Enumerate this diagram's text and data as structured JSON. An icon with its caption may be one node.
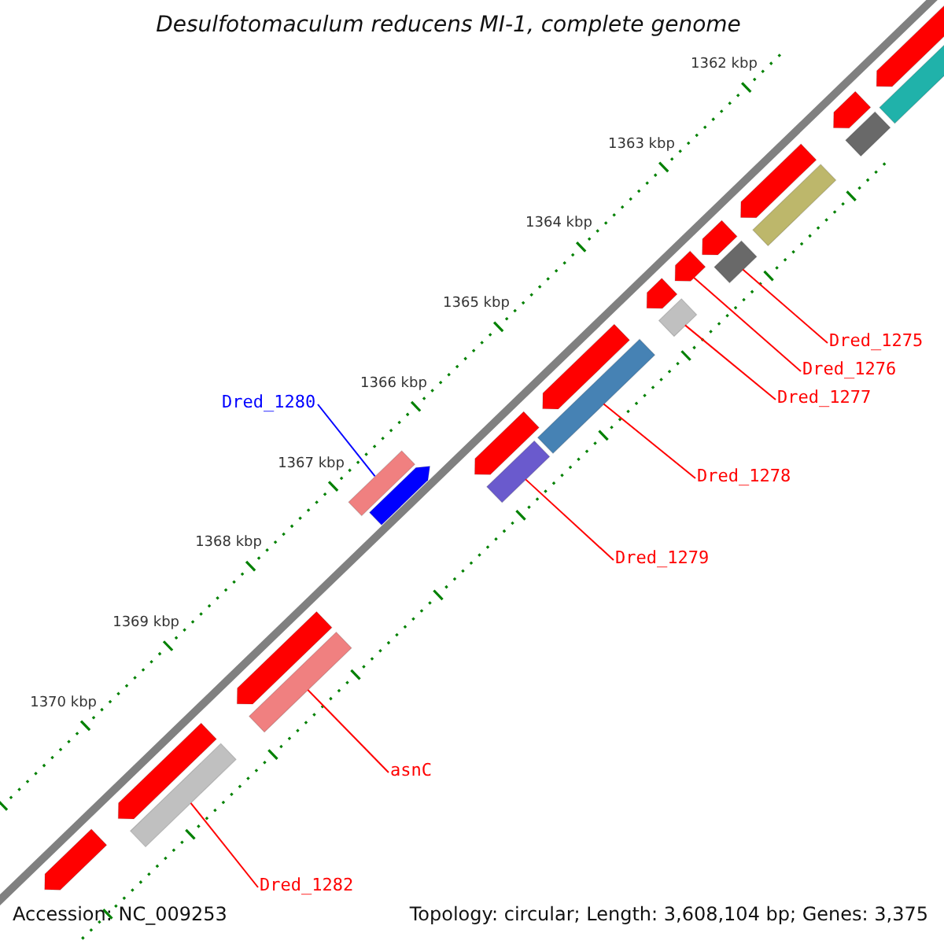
{
  "diagram": {
    "title": "Desulfotomaculum reducens MI-1, complete genome",
    "nodes": [
      {
        "text": [
          "Dred_1275"
        ]
      },
      {
        "text": [
          "Dred_1276"
        ]
      },
      {
        "text": [
          "Dred_1277"
        ]
      },
      {
        "text": [
          "Dred_1278"
        ]
      },
      {
        "text": [
          "Dred_1279"
        ]
      },
      {
        "text": [
          "Dred_1280"
        ]
      },
      {
        "text": [
          "asnC"
        ]
      },
      {
        "text": [
          "Dred_1282"
        ]
      },
      {
        "text": [],
        "shape": "bar"
      },
      {
        "text": [],
        "shape": "bar"
      },
      {
        "text": [],
        "shape": "bar"
      },
      {
        "text": [],
        "shape": "bar"
      },
      {
        "text": [],
        "shape": "bar"
      },
      {
        "text": [],
        "shape": "bar"
      },
      {
        "text": [],
        "shape": "bar"
      },
      {
        "text": [],
        "shape": "bar"
      },
      {
        "text": [],
        "shape": "bar"
      },
      {
        "text": [],
        "shape": "bar"
      },
      {
        "text": [],
        "shape": "bar"
      },
      {
        "text": [],
        "shape": "bar"
      },
      {
        "text": [],
        "shape": "bar"
      },
      {
        "text": [],
        "shape": "bar"
      },
      {
        "text": [],
        "shape": "bar"
      },
      {
        "text": [],
        "shape": "bar"
      },
      {
        "text": [],
        "shape": "bar"
      },
      {
        "text": [],
        "shape": "bar"
      },
      {
        "text": [],
        "shape": "bar"
      },
      {
        "text": [],
        "shape": "bar"
      },
      {
        "text": [],
        "shape": "bar"
      },
      {
        "text": [],
        "shape": "bar"
      }
    ],
    "edges": [
      {
        "from": 0,
        "to": 23,
        "arrow": "none"
      },
      {
        "from": 1,
        "to": 21,
        "arrow": "none"
      },
      {
        "from": 2,
        "to": 20,
        "arrow": "none"
      },
      {
        "from": 3,
        "to": 18,
        "arrow": "none"
      },
      {
        "from": 4,
        "to": 16,
        "arrow": "none"
      },
      {
        "from": 5,
        "to": 13,
        "arrow": "none",
        "color": "#0000ff"
      },
      {
        "from": 6,
        "to": 12,
        "arrow": "none"
      },
      {
        "from": 7,
        "to": 10,
        "arrow": "none"
      }
    ],
    "labels": [
      "1362 kbp",
      "1363 kbp",
      "1364 kbp",
      "1365 kbp",
      "1366 kbp",
      "1367 kbp",
      "1368 kbp",
      "1369 kbp",
      "1370 kbp",
      "Accession: NC_009253",
      "Topology: circular; Length: 3,608,104 bp; Genes: 3,375"
    ]
  }
}
